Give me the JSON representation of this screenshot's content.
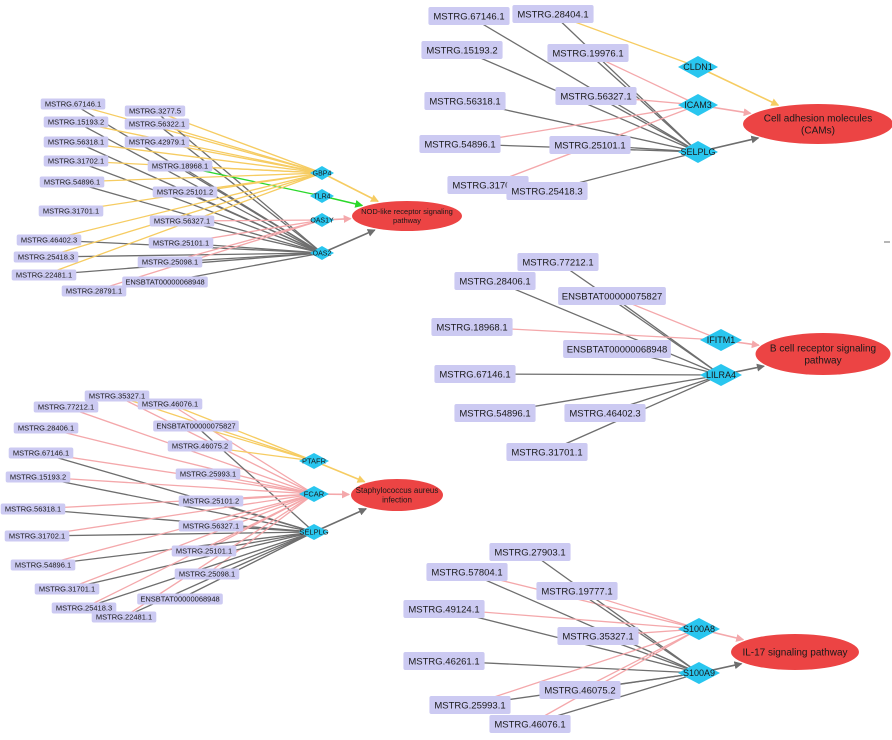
{
  "colors": {
    "background": "#ffffff",
    "lnc_node": "#cccaf2",
    "gene_node": "#29c6ef",
    "pathway_node": "#ec4444",
    "edge_gray": "#6e6e6e",
    "edge_pink": "#f4a8ab",
    "edge_yellow": "#f6cc62",
    "edge_green": "#2ad82a"
  },
  "networks": [
    {
      "id": "nod",
      "pathway": {
        "id": "P",
        "lines": [
          "NOD-like receptor signaling",
          "pathway"
        ]
      },
      "genes": [
        {
          "id": "GBP4",
          "label": "GBP4"
        },
        {
          "id": "TLR4",
          "label": "TLR4"
        },
        {
          "id": "OAS1Y",
          "label": "OAS1Y"
        },
        {
          "id": "OAS2",
          "label": "OAS2"
        }
      ],
      "lncs": [
        {
          "id": "L1",
          "label": "MSTRG.67146.1"
        },
        {
          "id": "L2",
          "label": "MSTRG.3277.5"
        },
        {
          "id": "L3",
          "label": "MSTRG.15193.2"
        },
        {
          "id": "L4",
          "label": "MSTRG.56322.1"
        },
        {
          "id": "L5",
          "label": "MSTRG.56318.1"
        },
        {
          "id": "L6",
          "label": "MSTRG.42979.1"
        },
        {
          "id": "L7",
          "label": "MSTRG.31702.1"
        },
        {
          "id": "L8",
          "label": "MSTRG.18968.1"
        },
        {
          "id": "L9",
          "label": "MSTRG.54896.1"
        },
        {
          "id": "L10",
          "label": "MSTRG.25101.2"
        },
        {
          "id": "L11",
          "label": "MSTRG.31701.1"
        },
        {
          "id": "L12",
          "label": "MSTRG.56327.1"
        },
        {
          "id": "L13",
          "label": "MSTRG.46402.3"
        },
        {
          "id": "L14",
          "label": "MSTRG.25101.1"
        },
        {
          "id": "L15",
          "label": "MSTRG.25418.3"
        },
        {
          "id": "L16",
          "label": "MSTRG.25098.1"
        },
        {
          "id": "L17",
          "label": "MSTRG.22481.1"
        },
        {
          "id": "L18",
          "label": "ENSBTAT00000068948"
        },
        {
          "id": "L19",
          "label": "MSTRG.28791.1"
        }
      ],
      "edges": [
        [
          "L1",
          "GBP4",
          "yellow"
        ],
        [
          "L1",
          "OAS2",
          "gray"
        ],
        [
          "L2",
          "GBP4",
          "yellow"
        ],
        [
          "L2",
          "OAS2",
          "gray"
        ],
        [
          "L3",
          "GBP4",
          "yellow"
        ],
        [
          "L3",
          "OAS2",
          "gray"
        ],
        [
          "L4",
          "GBP4",
          "yellow"
        ],
        [
          "L4",
          "OAS2",
          "gray"
        ],
        [
          "L5",
          "GBP4",
          "yellow"
        ],
        [
          "L5",
          "OAS2",
          "gray"
        ],
        [
          "L6",
          "GBP4",
          "yellow"
        ],
        [
          "L7",
          "GBP4",
          "yellow"
        ],
        [
          "L7",
          "OAS2",
          "gray"
        ],
        [
          "L8",
          "GBP4",
          "yellow"
        ],
        [
          "L8",
          "TLR4",
          "green"
        ],
        [
          "L8",
          "OAS2",
          "gray"
        ],
        [
          "L9",
          "GBP4",
          "yellow"
        ],
        [
          "L9",
          "OAS2",
          "gray"
        ],
        [
          "L10",
          "GBP4",
          "yellow"
        ],
        [
          "L10",
          "OAS2",
          "gray"
        ],
        [
          "L11",
          "GBP4",
          "yellow"
        ],
        [
          "L12",
          "OAS1Y",
          "pink"
        ],
        [
          "L12",
          "OAS2",
          "gray"
        ],
        [
          "L13",
          "GBP4",
          "yellow"
        ],
        [
          "L13",
          "OAS2",
          "gray"
        ],
        [
          "L14",
          "OAS1Y",
          "pink"
        ],
        [
          "L14",
          "OAS2",
          "gray"
        ],
        [
          "L15",
          "GBP4",
          "yellow"
        ],
        [
          "L15",
          "OAS2",
          "gray"
        ],
        [
          "L16",
          "OAS1Y",
          "pink"
        ],
        [
          "L16",
          "OAS2",
          "gray"
        ],
        [
          "L17",
          "GBP4",
          "yellow"
        ],
        [
          "L17",
          "OAS2",
          "gray"
        ],
        [
          "L18",
          "OAS2",
          "gray"
        ],
        [
          "L19",
          "OAS1Y",
          "pink"
        ],
        [
          "GBP4",
          "P",
          "yellow"
        ],
        [
          "TLR4",
          "P",
          "green"
        ],
        [
          "OAS1Y",
          "P",
          "pink"
        ],
        [
          "OAS2",
          "P",
          "gray"
        ]
      ]
    },
    {
      "id": "cam",
      "pathway": {
        "id": "P",
        "lines": [
          "Cell adhesion molecules",
          "(CAMs)"
        ]
      },
      "genes": [
        {
          "id": "CLDN1",
          "label": "CLDN1"
        },
        {
          "id": "ICAM3",
          "label": "ICAM3"
        },
        {
          "id": "SELPLG",
          "label": "SELPLG"
        }
      ],
      "lncs": [
        {
          "id": "L1",
          "label": "MSTRG.67146.1"
        },
        {
          "id": "L2",
          "label": "MSTRG.28404.1"
        },
        {
          "id": "L3",
          "label": "MSTRG.15193.2"
        },
        {
          "id": "L4",
          "label": "MSTRG.19976.1"
        },
        {
          "id": "L5",
          "label": "MSTRG.56318.1"
        },
        {
          "id": "L6",
          "label": "MSTRG.56327.1"
        },
        {
          "id": "L7",
          "label": "MSTRG.54896.1"
        },
        {
          "id": "L8",
          "label": "MSTRG.25101.1"
        },
        {
          "id": "L9",
          "label": "MSTRG.31701.1"
        },
        {
          "id": "L10",
          "label": "MSTRG.25418.3"
        }
      ],
      "edges": [
        [
          "L1",
          "SELPLG",
          "gray"
        ],
        [
          "L2",
          "CLDN1",
          "yellow"
        ],
        [
          "L2",
          "SELPLG",
          "gray"
        ],
        [
          "L3",
          "SELPLG",
          "gray"
        ],
        [
          "L4",
          "ICAM3",
          "pink"
        ],
        [
          "L4",
          "SELPLG",
          "gray"
        ],
        [
          "L5",
          "SELPLG",
          "gray"
        ],
        [
          "L6",
          "ICAM3",
          "pink"
        ],
        [
          "L6",
          "SELPLG",
          "gray"
        ],
        [
          "L7",
          "ICAM3",
          "pink"
        ],
        [
          "L7",
          "SELPLG",
          "gray"
        ],
        [
          "L8",
          "SELPLG",
          "gray"
        ],
        [
          "L9",
          "ICAM3",
          "pink"
        ],
        [
          "L10",
          "SELPLG",
          "gray"
        ],
        [
          "CLDN1",
          "P",
          "yellow"
        ],
        [
          "ICAM3",
          "P",
          "pink"
        ],
        [
          "SELPLG",
          "P",
          "gray"
        ]
      ]
    },
    {
      "id": "bcell",
      "pathway": {
        "id": "P",
        "lines": [
          "B cell receptor signaling",
          "pathway"
        ]
      },
      "genes": [
        {
          "id": "IFITM1",
          "label": "IFITM1"
        },
        {
          "id": "LILRA4",
          "label": "LILRA4"
        }
      ],
      "lncs": [
        {
          "id": "L1",
          "label": "MSTRG.77212.1"
        },
        {
          "id": "L2",
          "label": "MSTRG.28406.1"
        },
        {
          "id": "L3",
          "label": "ENSBTAT00000075827"
        },
        {
          "id": "L4",
          "label": "MSTRG.18968.1"
        },
        {
          "id": "L5",
          "label": "ENSBTAT00000068948"
        },
        {
          "id": "L6",
          "label": "MSTRG.67146.1"
        },
        {
          "id": "L7",
          "label": "MSTRG.54896.1"
        },
        {
          "id": "L8",
          "label": "MSTRG.46402.3"
        },
        {
          "id": "L9",
          "label": "MSTRG.31701.1"
        }
      ],
      "edges": [
        [
          "L1",
          "LILRA4",
          "gray"
        ],
        [
          "L2",
          "LILRA4",
          "gray"
        ],
        [
          "L3",
          "IFITM1",
          "pink"
        ],
        [
          "L3",
          "LILRA4",
          "gray"
        ],
        [
          "L4",
          "IFITM1",
          "pink"
        ],
        [
          "L5",
          "LILRA4",
          "gray"
        ],
        [
          "L6",
          "LILRA4",
          "gray"
        ],
        [
          "L7",
          "LILRA4",
          "gray"
        ],
        [
          "L8",
          "LILRA4",
          "gray"
        ],
        [
          "L9",
          "LILRA4",
          "gray"
        ],
        [
          "IFITM1",
          "P",
          "pink"
        ],
        [
          "LILRA4",
          "P",
          "gray"
        ]
      ]
    },
    {
      "id": "staph",
      "pathway": {
        "id": "P",
        "lines": [
          "Staphylococcus aureus",
          "infection"
        ]
      },
      "genes": [
        {
          "id": "PTAFR",
          "label": "PTAFR"
        },
        {
          "id": "FCAR",
          "label": "FCAR"
        },
        {
          "id": "SELPLG",
          "label": "SELPLG"
        }
      ],
      "lncs": [
        {
          "id": "L1",
          "label": "MSTRG.35327.1"
        },
        {
          "id": "L2",
          "label": "MSTRG.46076.1"
        },
        {
          "id": "L3",
          "label": "MSTRG.77212.1"
        },
        {
          "id": "L4",
          "label": "ENSBTAT00000075827"
        },
        {
          "id": "L5",
          "label": "MSTRG.28406.1"
        },
        {
          "id": "L6",
          "label": "MSTRG.46075.2"
        },
        {
          "id": "L7",
          "label": "MSTRG.67146.1"
        },
        {
          "id": "L8",
          "label": "MSTRG.25993.1"
        },
        {
          "id": "L9",
          "label": "MSTRG.15193.2"
        },
        {
          "id": "L10",
          "label": "MSTRG.25101.2"
        },
        {
          "id": "L11",
          "label": "MSTRG.56318.1"
        },
        {
          "id": "L12",
          "label": "MSTRG.56327.1"
        },
        {
          "id": "L13",
          "label": "MSTRG.31702.1"
        },
        {
          "id": "L14",
          "label": "MSTRG.25101.1"
        },
        {
          "id": "L15",
          "label": "MSTRG.54896.1"
        },
        {
          "id": "L16",
          "label": "MSTRG.25098.1"
        },
        {
          "id": "L17",
          "label": "MSTRG.31701.1"
        },
        {
          "id": "L18",
          "label": "ENSBTAT00000068948"
        },
        {
          "id": "L19",
          "label": "MSTRG.25418.3"
        },
        {
          "id": "L20",
          "label": "MSTRG.22481.1"
        }
      ],
      "edges": [
        [
          "L1",
          "FCAR",
          "pink"
        ],
        [
          "L1",
          "PTAFR",
          "yellow"
        ],
        [
          "L2",
          "FCAR",
          "pink"
        ],
        [
          "L2",
          "PTAFR",
          "yellow"
        ],
        [
          "L3",
          "FCAR",
          "pink"
        ],
        [
          "L4",
          "PTAFR",
          "yellow"
        ],
        [
          "L4",
          "SELPLG",
          "gray"
        ],
        [
          "L5",
          "FCAR",
          "pink"
        ],
        [
          "L6",
          "PTAFR",
          "yellow"
        ],
        [
          "L7",
          "FCAR",
          "pink"
        ],
        [
          "L7",
          "SELPLG",
          "gray"
        ],
        [
          "L8",
          "FCAR",
          "pink"
        ],
        [
          "L9",
          "FCAR",
          "pink"
        ],
        [
          "L9",
          "SELPLG",
          "gray"
        ],
        [
          "L10",
          "FCAR",
          "pink"
        ],
        [
          "L10",
          "SELPLG",
          "gray"
        ],
        [
          "L11",
          "FCAR",
          "pink"
        ],
        [
          "L11",
          "SELPLG",
          "gray"
        ],
        [
          "L12",
          "FCAR",
          "pink"
        ],
        [
          "L12",
          "SELPLG",
          "gray"
        ],
        [
          "L13",
          "FCAR",
          "pink"
        ],
        [
          "L13",
          "SELPLG",
          "gray"
        ],
        [
          "L14",
          "FCAR",
          "pink"
        ],
        [
          "L14",
          "SELPLG",
          "gray"
        ],
        [
          "L15",
          "FCAR",
          "pink"
        ],
        [
          "L15",
          "SELPLG",
          "gray"
        ],
        [
          "L16",
          "FCAR",
          "pink"
        ],
        [
          "L16",
          "SELPLG",
          "gray"
        ],
        [
          "L17",
          "FCAR",
          "pink"
        ],
        [
          "L17",
          "SELPLG",
          "gray"
        ],
        [
          "L18",
          "SELPLG",
          "gray"
        ],
        [
          "L19",
          "FCAR",
          "pink"
        ],
        [
          "L19",
          "SELPLG",
          "gray"
        ],
        [
          "L20",
          "FCAR",
          "pink"
        ],
        [
          "L20",
          "SELPLG",
          "gray"
        ],
        [
          "PTAFR",
          "P",
          "yellow"
        ],
        [
          "FCAR",
          "P",
          "pink"
        ],
        [
          "SELPLG",
          "P",
          "gray"
        ]
      ]
    },
    {
      "id": "il17",
      "pathway": {
        "id": "P",
        "lines": [
          "IL-17 signaling pathway"
        ]
      },
      "genes": [
        {
          "id": "S100A8",
          "label": "S100A8"
        },
        {
          "id": "S100A9",
          "label": "S100A9"
        }
      ],
      "lncs": [
        {
          "id": "L1",
          "label": "MSTRG.27903.1"
        },
        {
          "id": "L2",
          "label": "MSTRG.57804.1"
        },
        {
          "id": "L3",
          "label": "MSTRG.19777.1"
        },
        {
          "id": "L4",
          "label": "MSTRG.49124.1"
        },
        {
          "id": "L5",
          "label": "MSTRG.35327.1"
        },
        {
          "id": "L6",
          "label": "MSTRG.46261.1"
        },
        {
          "id": "L7",
          "label": "MSTRG.46075.2"
        },
        {
          "id": "L8",
          "label": "MSTRG.25993.1"
        },
        {
          "id": "L9",
          "label": "MSTRG.46076.1"
        }
      ],
      "edges": [
        [
          "L1",
          "S100A9",
          "gray"
        ],
        [
          "L2",
          "S100A8",
          "pink"
        ],
        [
          "L2",
          "S100A9",
          "gray"
        ],
        [
          "L3",
          "S100A8",
          "pink"
        ],
        [
          "L3",
          "S100A9",
          "gray"
        ],
        [
          "L4",
          "S100A8",
          "pink"
        ],
        [
          "L4",
          "S100A9",
          "gray"
        ],
        [
          "L5",
          "S100A8",
          "pink"
        ],
        [
          "L5",
          "S100A9",
          "gray"
        ],
        [
          "L6",
          "S100A9",
          "gray"
        ],
        [
          "L7",
          "S100A8",
          "pink"
        ],
        [
          "L7",
          "S100A9",
          "gray"
        ],
        [
          "L8",
          "S100A8",
          "pink"
        ],
        [
          "L8",
          "S100A9",
          "gray"
        ],
        [
          "L9",
          "S100A8",
          "pink"
        ],
        [
          "L9",
          "S100A9",
          "gray"
        ],
        [
          "S100A8",
          "P",
          "pink"
        ],
        [
          "S100A9",
          "P",
          "gray"
        ]
      ]
    }
  ]
}
